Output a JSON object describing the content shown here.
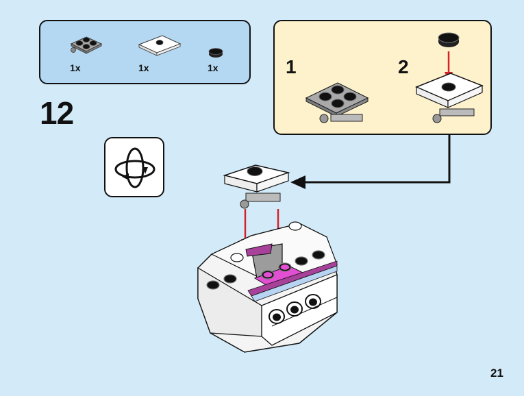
{
  "step": {
    "number": "12"
  },
  "parts_list": {
    "items": [
      {
        "name": "gray-plate-2x2-with-wheel-holder",
        "quantity": "1x"
      },
      {
        "name": "white-tile-2x2-with-center-stud",
        "quantity": "1x"
      },
      {
        "name": "black-round-tile-1x1",
        "quantity": "1x"
      }
    ]
  },
  "subassembly": {
    "steps": [
      {
        "number": "1"
      },
      {
        "number": "2"
      }
    ]
  },
  "rotate_icon": "rotate-model-icon",
  "page": {
    "number": "21"
  },
  "colors": {
    "background": "#d3ebf9",
    "parts_box": "#b4d8f2",
    "subassembly_box": "#fdf2cc",
    "arrow_red": "#d42229",
    "magenta": "#e24fd2",
    "purple": "#a8419a"
  }
}
